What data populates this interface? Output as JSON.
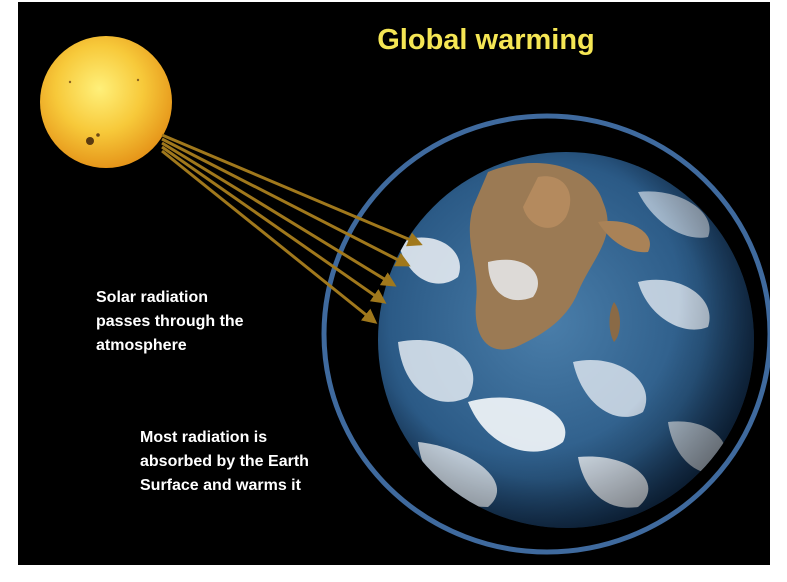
{
  "slide": {
    "title": "Global warming",
    "caption_solar_passes": [
      "Solar radiation",
      "passes through the",
      "atmosphere"
    ],
    "caption_absorbed": [
      "Most radiation is",
      "absorbed by the Earth",
      "Surface and warms it"
    ]
  },
  "colors": {
    "background": "#000000",
    "title": "#f5e654",
    "caption_text": "#ffffff",
    "sun": "#f3b62a",
    "sunspot": "#5a3a10",
    "radiation_arrows": "#a0781c",
    "atmosphere_ring": "#3f6a9e",
    "ocean": "#2b5a86",
    "land": "#9b7a54",
    "clouds": "#eef2f7"
  },
  "icons": {
    "sun": "sun-illustration",
    "earth": "earth-photo",
    "arrows": "solar-radiation-arrows",
    "ring": "atmosphere-boundary-ring"
  }
}
